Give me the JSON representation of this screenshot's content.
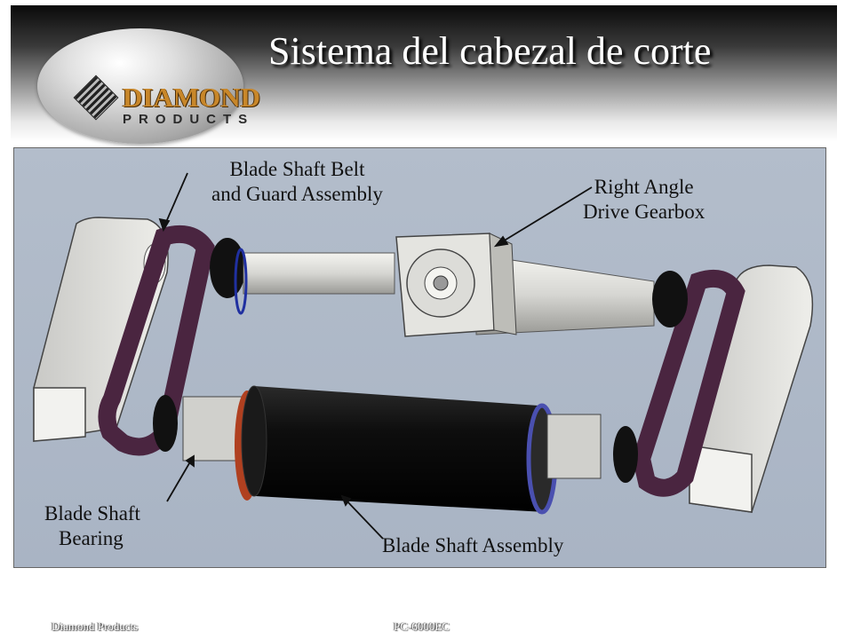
{
  "slide": {
    "title": "Sistema del cabezal de corte",
    "logo": {
      "brand": "DIAMOND",
      "sub": "PRODUCTS"
    }
  },
  "diagram": {
    "labels": {
      "belt_guard_line1": "Blade Shaft Belt",
      "belt_guard_line2": "and Guard Assembly",
      "gearbox_line1": "Right Angle",
      "gearbox_line2": "Drive Gearbox",
      "bearing_line1": "Blade Shaft",
      "bearing_line2": "Bearing",
      "blade_shaft_assembly": "Blade Shaft Assembly"
    },
    "colors": {
      "background": "#aeb8c7",
      "guard": "#d9d9d6",
      "belt": "#4a2540",
      "blade": "#111111",
      "housing": "#e4e4e0"
    }
  },
  "footer": {
    "left": "Diamond Products",
    "right": "PC-6000EC"
  }
}
